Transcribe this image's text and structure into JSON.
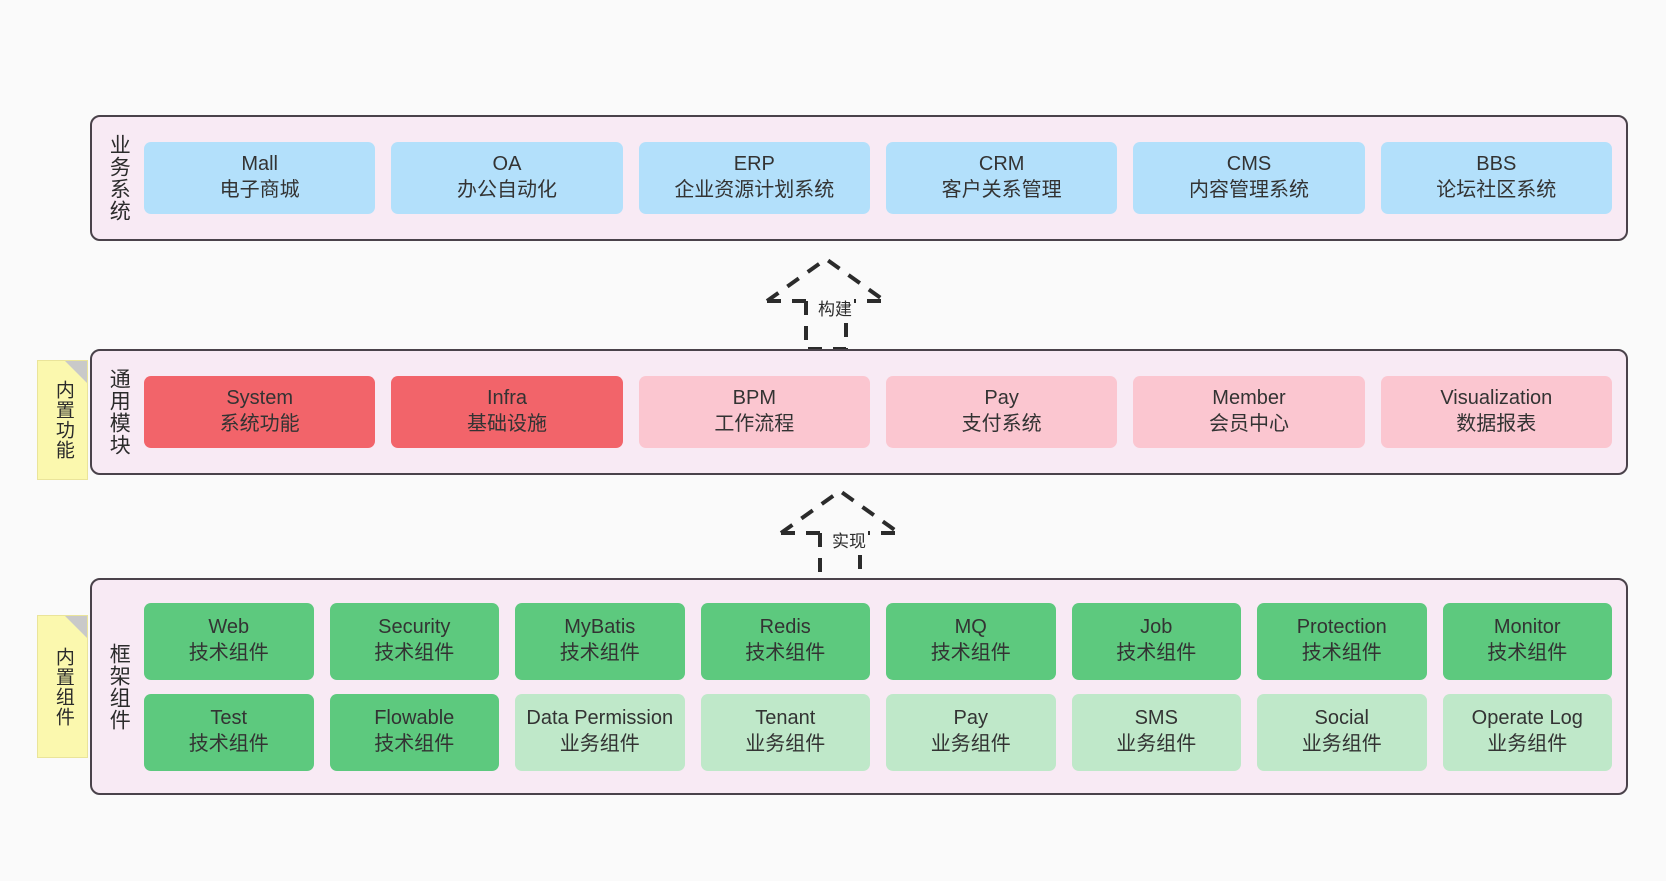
{
  "diagram": {
    "background_color": "#fafafa",
    "frame_border_color": "#4a424a",
    "frame_fill_color": "#f8eaf4",
    "note_color": "#fbf8ae"
  },
  "layers": {
    "business": {
      "title": "业务系统",
      "cards": [
        {
          "name": "Mall",
          "desc": "电子商城"
        },
        {
          "name": "OA",
          "desc": "办公自动化"
        },
        {
          "name": "ERP",
          "desc": "企业资源计划系统"
        },
        {
          "name": "CRM",
          "desc": "客户关系管理"
        },
        {
          "name": "CMS",
          "desc": "内容管理系统"
        },
        {
          "name": "BBS",
          "desc": "论坛社区系统"
        }
      ]
    },
    "common": {
      "title": "通用模块",
      "note": "内置功能",
      "cards": [
        {
          "name": "System",
          "desc": "系统功能",
          "color": "#f2646a"
        },
        {
          "name": "Infra",
          "desc": "基础设施",
          "color": "#f2646a"
        },
        {
          "name": "BPM",
          "desc": "工作流程",
          "color": "#fbc6d0"
        },
        {
          "name": "Pay",
          "desc": "支付系统",
          "color": "#fbc6d0"
        },
        {
          "name": "Member",
          "desc": "会员中心",
          "color": "#fbc6d0"
        },
        {
          "name": "Visualization",
          "desc": "数据报表",
          "color": "#fbc6d0"
        }
      ]
    },
    "framework": {
      "title": "框架组件",
      "note": "内置组件",
      "row1": [
        {
          "name": "Web",
          "desc": "技术组件",
          "color": "#5dc97e"
        },
        {
          "name": "Security",
          "desc": "技术组件",
          "color": "#5dc97e"
        },
        {
          "name": "MyBatis",
          "desc": "技术组件",
          "color": "#5dc97e"
        },
        {
          "name": "Redis",
          "desc": "技术组件",
          "color": "#5dc97e"
        },
        {
          "name": "MQ",
          "desc": "技术组件",
          "color": "#5dc97e"
        },
        {
          "name": "Job",
          "desc": "技术组件",
          "color": "#5dc97e"
        },
        {
          "name": "Protection",
          "desc": "技术组件",
          "color": "#5dc97e"
        },
        {
          "name": "Monitor",
          "desc": "技术组件",
          "color": "#5dc97e"
        }
      ],
      "row2": [
        {
          "name": "Test",
          "desc": "技术组件",
          "color": "#5dc97e"
        },
        {
          "name": "Flowable",
          "desc": "技术组件",
          "color": "#5dc97e"
        },
        {
          "name": "Data Permission",
          "desc": "业务组件",
          "color": "#bfe8c9"
        },
        {
          "name": "Tenant",
          "desc": "业务组件",
          "color": "#bfe8c9"
        },
        {
          "name": "Pay",
          "desc": "业务组件",
          "color": "#bfe8c9"
        },
        {
          "name": "SMS",
          "desc": "业务组件",
          "color": "#bfe8c9"
        },
        {
          "name": "Social",
          "desc": "业务组件",
          "color": "#bfe8c9"
        },
        {
          "name": "Operate Log",
          "desc": "业务组件",
          "color": "#bfe8c9"
        }
      ]
    }
  },
  "arrows": [
    {
      "id": "build",
      "label": "构建"
    },
    {
      "id": "impl",
      "label": "实现"
    }
  ]
}
